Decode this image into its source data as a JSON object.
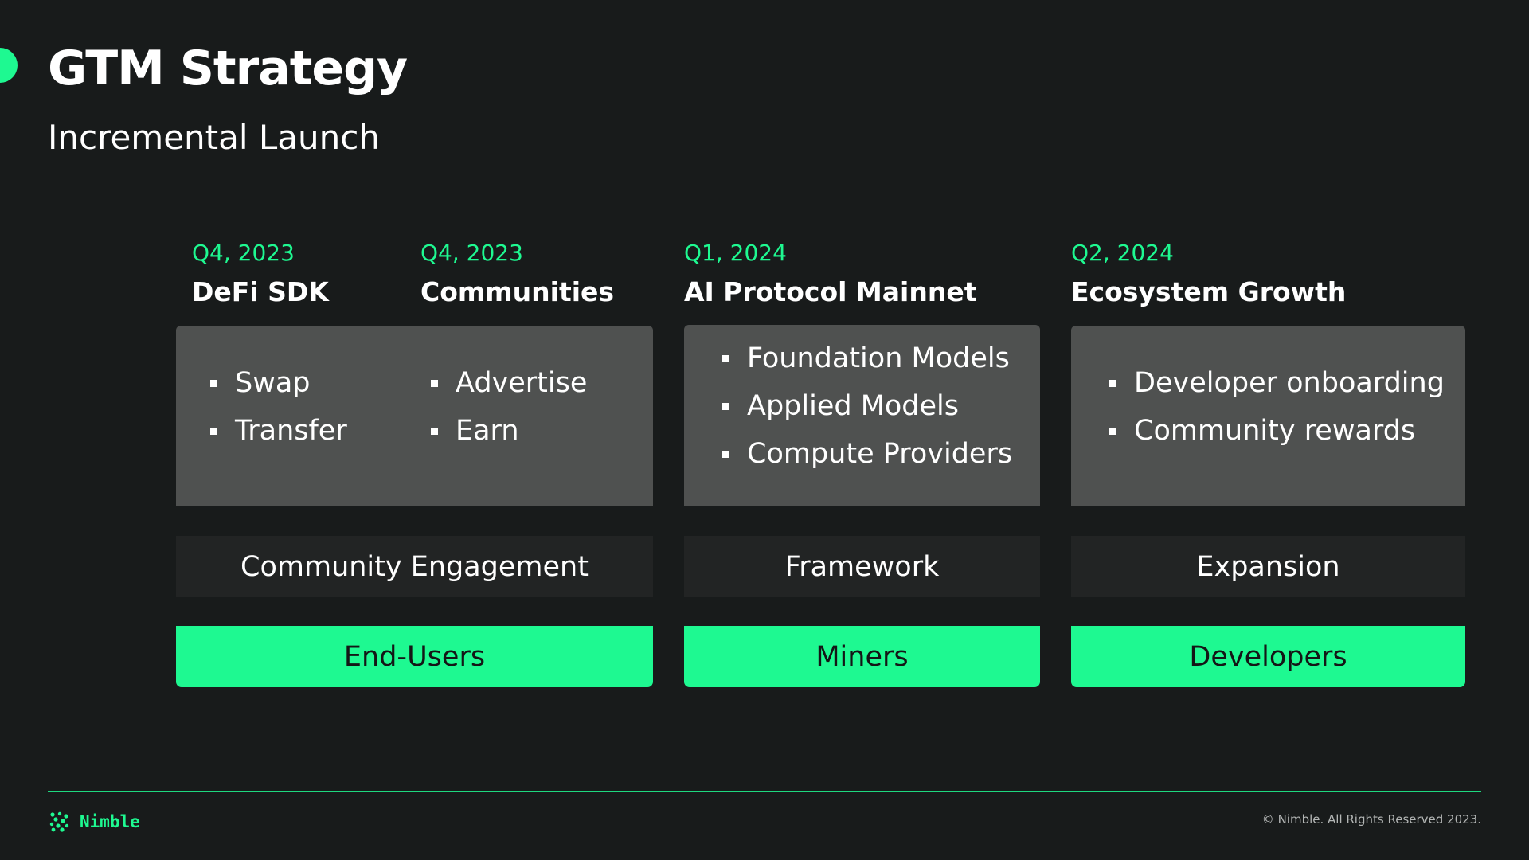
{
  "header": {
    "title": "GTM Strategy",
    "subtitle": "Incremental Launch"
  },
  "phases": [
    {
      "date": "Q4, 2023",
      "name": "DeFi SDK",
      "items": [
        "Swap",
        "Transfer"
      ]
    },
    {
      "date": "Q4, 2023",
      "name": "Communities",
      "items": [
        "Advertise",
        "Earn"
      ]
    },
    {
      "date": "Q1, 2024",
      "name": "AI Protocol Mainnet",
      "items": [
        "Foundation Models",
        "Applied Models",
        "Compute Providers"
      ]
    },
    {
      "date": "Q2, 2024",
      "name": "Ecosystem Growth",
      "items": [
        "Developer onboarding",
        "Community rewards"
      ]
    }
  ],
  "goals": [
    "Community Engagement",
    "Framework",
    "Expansion"
  ],
  "audiences": [
    "End-Users",
    "Miners",
    "Developers"
  ],
  "footer": {
    "brand": "Nimble",
    "copyright": "© Nimble. All Rights Reserved 2023."
  },
  "colors": {
    "background": "#181b1b",
    "accent": "#1ef991",
    "card": "#4f5150",
    "goal_bar": "#222424"
  },
  "icons": {
    "brand_logo": "nimble-logo-icon",
    "bullet": "square-bullet-icon"
  }
}
